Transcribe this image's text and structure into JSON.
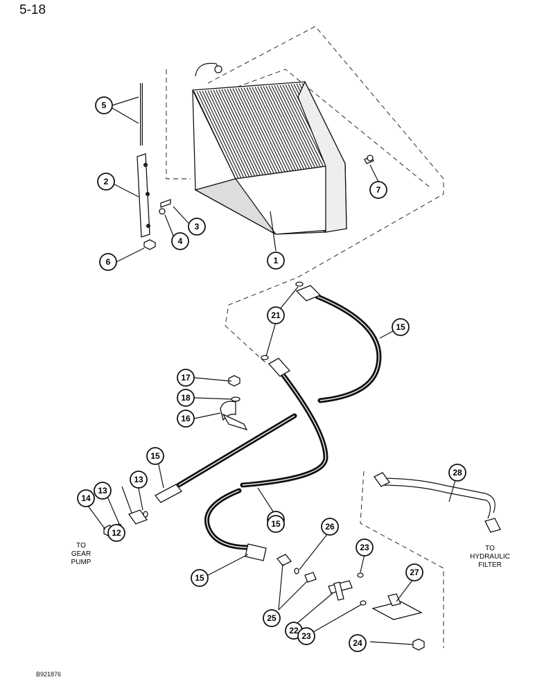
{
  "header": {
    "page_code": "5-18"
  },
  "footer": {
    "figure_code": "B921876"
  },
  "callouts": [
    "1",
    "2",
    "3",
    "4",
    "5",
    "6",
    "7",
    "12",
    "13",
    "13",
    "14",
    "15",
    "15",
    "15",
    "15",
    "15",
    "16",
    "17",
    "18",
    "21",
    "22",
    "23",
    "23",
    "24",
    "25",
    "26",
    "27",
    "28"
  ],
  "notes": {
    "gear_pump": [
      "TO",
      "GEAR",
      "PUMP"
    ],
    "hydraulic_filter": [
      "TO",
      "HYDRAULIC",
      "FILTER"
    ]
  },
  "colors": {
    "ink": "#111111",
    "paper": "#ffffff"
  }
}
